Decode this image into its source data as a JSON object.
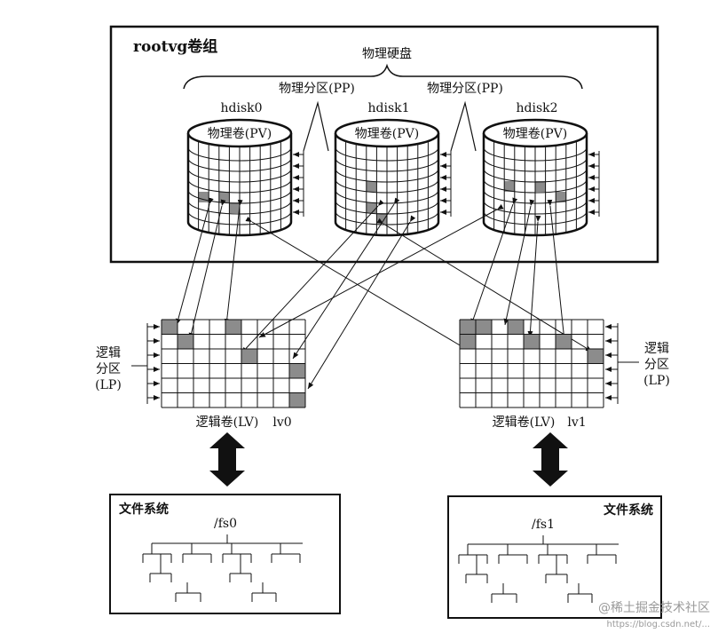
{
  "volume_group": {
    "title": "rootvg卷组"
  },
  "hard_disks": {
    "label": "物理硬盘"
  },
  "pp_labels": [
    "物理分区(PP)",
    "物理分区(PP)"
  ],
  "disks": [
    {
      "name": "hdisk0",
      "pv_label": "物理卷(PV)"
    },
    {
      "name": "hdisk1",
      "pv_label": "物理卷(PV)"
    },
    {
      "name": "hdisk2",
      "pv_label": "物理卷(PV)"
    }
  ],
  "logical_volumes": [
    {
      "lp_label": [
        "逻辑",
        "分区",
        "(LP)"
      ],
      "lv_label": "逻辑卷(LV)",
      "name": "lv0"
    },
    {
      "lp_label": [
        "逻辑",
        "分区",
        "(LP)"
      ],
      "lv_label": "逻辑卷(LV)",
      "name": "lv1"
    }
  ],
  "filesystems": [
    {
      "title": "文件系统",
      "root": "/fs0"
    },
    {
      "title": "文件系统",
      "root": "/fs1"
    }
  ],
  "watermark": {
    "brand": "@稀土掘金技术社区",
    "url": "https://blog.csdn.net/..."
  },
  "colors": {
    "line": "#111111",
    "shaded_cell": "#8c8c8c",
    "background": "#ffffff"
  }
}
